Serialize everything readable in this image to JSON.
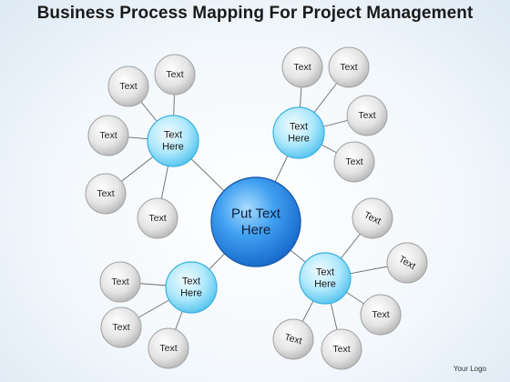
{
  "title": "Business Process Mapping For Project Management",
  "logo": "Your Logo",
  "center": {
    "label_lines": [
      "Put Text",
      "Here"
    ]
  },
  "hubs": [
    {
      "label_lines": [
        "Text",
        "Here"
      ],
      "leaves": [
        "Text",
        "Text",
        "Text",
        "Text",
        "Text"
      ]
    },
    {
      "label_lines": [
        "Text",
        "Here"
      ],
      "leaves": [
        "Text",
        "Text",
        "Text",
        "Text"
      ]
    },
    {
      "label_lines": [
        "Text",
        "Here"
      ],
      "leaves": [
        "Text",
        "Text",
        "Text"
      ]
    },
    {
      "label_lines": [
        "Text",
        "Here"
      ],
      "leaves": [
        "Text",
        "Text",
        "Text",
        "Text",
        "Text"
      ]
    }
  ]
}
